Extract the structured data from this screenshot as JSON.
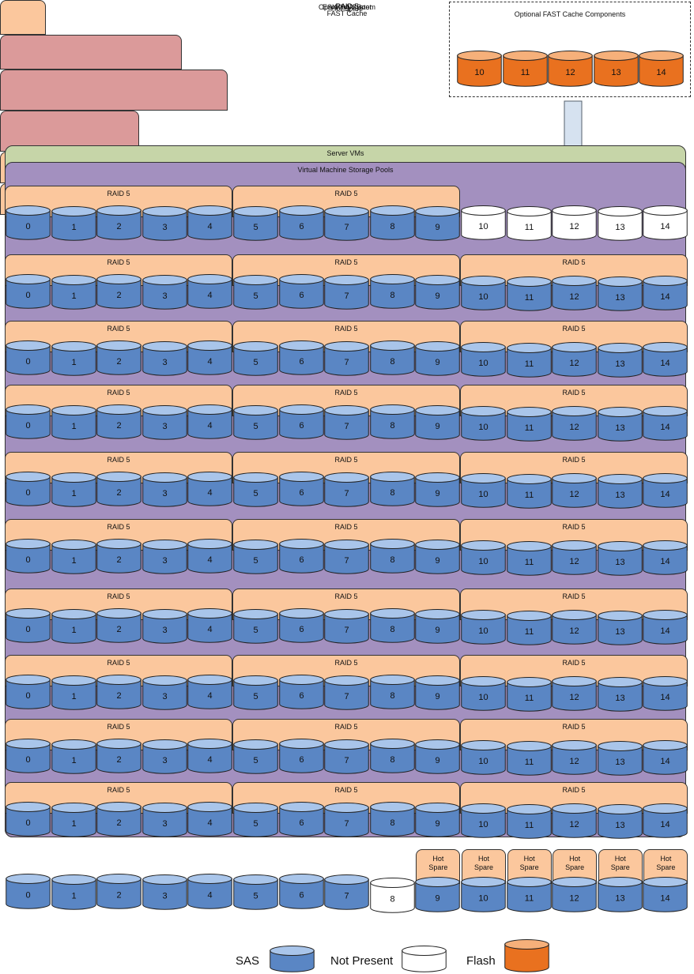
{
  "colors": {
    "sas": "#5a86c4",
    "sas_top": "#a9c5ea",
    "not_present": "#ffffff",
    "flash": "#e9711f",
    "flash_top": "#f6b07a",
    "server_vms": "#c6d5a8",
    "vm_pools": "#a390bf",
    "raid_group": "#fbc79d",
    "system_group": "#db9a9a"
  },
  "fast_cache": {
    "title": "Optional FAST Cache Components",
    "hot_spare_label": "Hot Spare",
    "cache_label": "FAST Cache",
    "disks": [
      {
        "id": "10",
        "type": "flash"
      },
      {
        "id": "11",
        "type": "flash"
      },
      {
        "id": "12",
        "type": "flash"
      },
      {
        "id": "13",
        "type": "flash"
      },
      {
        "id": "14",
        "type": "flash"
      }
    ]
  },
  "server_vms": {
    "title": "Server VMs"
  },
  "vm_pools": {
    "title": "Virtual Machine Storage Pools",
    "raid_label": "RAID 5",
    "rows": [
      {
        "groups": 2,
        "disks": [
          "sas",
          "sas",
          "sas",
          "sas",
          "sas",
          "sas",
          "sas",
          "sas",
          "sas",
          "sas",
          "none",
          "none",
          "none",
          "none",
          "none"
        ]
      },
      {
        "groups": 3,
        "disks": [
          "sas",
          "sas",
          "sas",
          "sas",
          "sas",
          "sas",
          "sas",
          "sas",
          "sas",
          "sas",
          "sas",
          "sas",
          "sas",
          "sas",
          "sas"
        ]
      },
      {
        "groups": 3,
        "disks": [
          "sas",
          "sas",
          "sas",
          "sas",
          "sas",
          "sas",
          "sas",
          "sas",
          "sas",
          "sas",
          "sas",
          "sas",
          "sas",
          "sas",
          "sas"
        ]
      },
      {
        "groups": 3,
        "disks": [
          "sas",
          "sas",
          "sas",
          "sas",
          "sas",
          "sas",
          "sas",
          "sas",
          "sas",
          "sas",
          "sas",
          "sas",
          "sas",
          "sas",
          "sas"
        ]
      },
      {
        "groups": 3,
        "disks": [
          "sas",
          "sas",
          "sas",
          "sas",
          "sas",
          "sas",
          "sas",
          "sas",
          "sas",
          "sas",
          "sas",
          "sas",
          "sas",
          "sas",
          "sas"
        ]
      },
      {
        "groups": 3,
        "disks": [
          "sas",
          "sas",
          "sas",
          "sas",
          "sas",
          "sas",
          "sas",
          "sas",
          "sas",
          "sas",
          "sas",
          "sas",
          "sas",
          "sas",
          "sas"
        ]
      },
      {
        "groups": 3,
        "disks": [
          "sas",
          "sas",
          "sas",
          "sas",
          "sas",
          "sas",
          "sas",
          "sas",
          "sas",
          "sas",
          "sas",
          "sas",
          "sas",
          "sas",
          "sas"
        ]
      },
      {
        "groups": 3,
        "disks": [
          "sas",
          "sas",
          "sas",
          "sas",
          "sas",
          "sas",
          "sas",
          "sas",
          "sas",
          "sas",
          "sas",
          "sas",
          "sas",
          "sas",
          "sas"
        ]
      },
      {
        "groups": 3,
        "disks": [
          "sas",
          "sas",
          "sas",
          "sas",
          "sas",
          "sas",
          "sas",
          "sas",
          "sas",
          "sas",
          "sas",
          "sas",
          "sas",
          "sas",
          "sas"
        ]
      },
      {
        "groups": 3,
        "disks": [
          "sas",
          "sas",
          "sas",
          "sas",
          "sas",
          "sas",
          "sas",
          "sas",
          "sas",
          "sas",
          "sas",
          "sas",
          "sas",
          "sas",
          "sas"
        ]
      }
    ]
  },
  "system": {
    "os_label": "Operating System",
    "esxi_label": "ESXi SAN Boot",
    "raid_label": "RAID 5",
    "hot_spare_label": "Hot Spare",
    "disks": [
      "sas",
      "sas",
      "sas",
      "sas",
      "sas",
      "sas",
      "sas",
      "sas",
      "none",
      "sas",
      "sas",
      "sas",
      "sas",
      "sas",
      "sas"
    ]
  },
  "legend": [
    {
      "label": "SAS",
      "type": "sas"
    },
    {
      "label": "Not Present",
      "type": "none"
    },
    {
      "label": "Flash",
      "type": "flash"
    }
  ]
}
